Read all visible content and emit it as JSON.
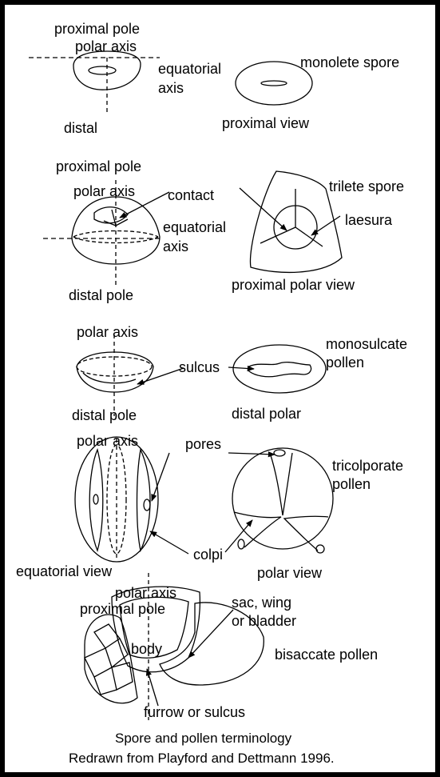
{
  "monolete": {
    "proximal_pole": "proximal pole",
    "polar_axis": "polar axis",
    "equatorial": "equatorial",
    "axis": "axis",
    "distal": "distal",
    "spore_name": "monolete spore",
    "view": "proximal view"
  },
  "trilete": {
    "proximal_pole": "proximal pole",
    "polar_axis": "polar axis",
    "contact": "contact",
    "equatorial": "equatorial",
    "axis": "axis",
    "distal_pole": "distal pole",
    "spore_name": "trilete spore",
    "laesura": "laesura",
    "view": "proximal polar view"
  },
  "monosulcate": {
    "polar_axis": "polar axis",
    "sulcus": "sulcus",
    "distal_pole": "distal pole",
    "name_line1": "monosulcate",
    "name_line2": "pollen",
    "view": "distal polar"
  },
  "tricolporate": {
    "polar_axis": "polar axis",
    "pores": "pores",
    "name_line1": "tricolporate",
    "name_line2": "pollen",
    "colpi": "colpi",
    "equatorial_view": "equatorial view",
    "polar_view": "polar view"
  },
  "bisaccate": {
    "polar_axis": "polar axis",
    "proximal_pole": "proximal pole",
    "sac_line1": "sac, wing",
    "sac_line2": "or bladder",
    "body": "body",
    "name": "bisaccate pollen",
    "furrow": "furrow or sulcus"
  },
  "caption": {
    "line1": "Spore and pollen terminology",
    "line2": "Redrawn from Playford and Dettmann 1996."
  }
}
